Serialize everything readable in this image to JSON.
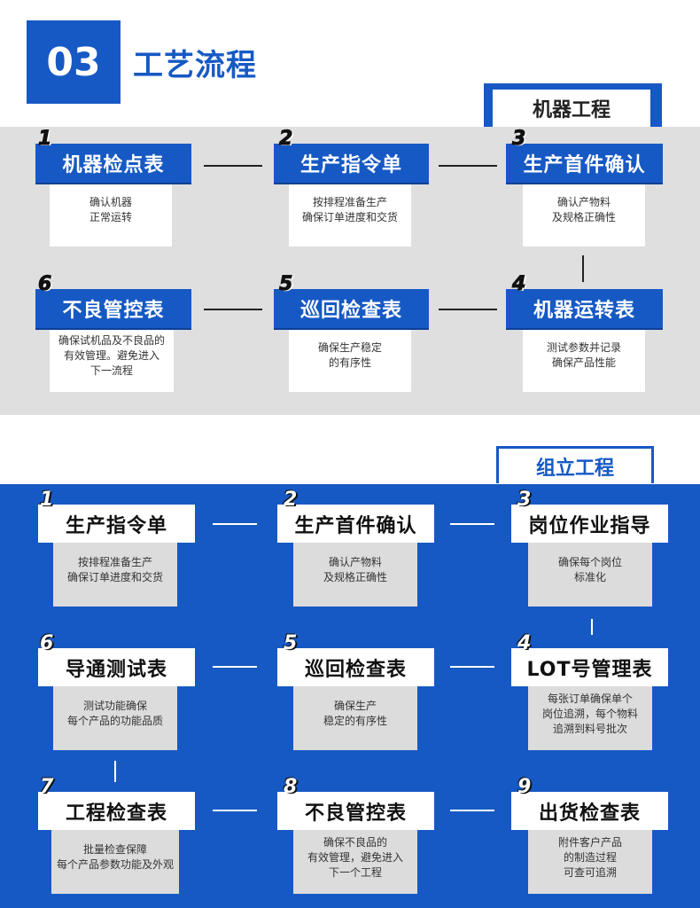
{
  "header": {
    "number": "03",
    "title": "工艺流程"
  },
  "machine_section": {
    "tab_label": "机器工程",
    "steps": [
      {
        "num": "1",
        "title": "机器检点表",
        "desc": "确认机器\n正常运转"
      },
      {
        "num": "2",
        "title": "生产指令单",
        "desc": "按排程准备生产\n确保订单进度和交货"
      },
      {
        "num": "3",
        "title": "生产首件确认",
        "desc": "确认产物料\n及规格正确性"
      },
      {
        "num": "4",
        "title": "机器运转表",
        "desc": "测试参数并记录\n确保产品性能"
      },
      {
        "num": "5",
        "title": "巡回检查表",
        "desc": "确保生产稳定\n的有序性"
      },
      {
        "num": "6",
        "title": "不良管控表",
        "desc": "确保试机品及不良品的\n有效管理。避免进入\n下一流程"
      }
    ]
  },
  "assembly_section": {
    "tab_label": "组立工程",
    "steps": [
      {
        "num": "1",
        "title": "生产指令单",
        "desc": "按排程准备生产\n确保订单进度和交货"
      },
      {
        "num": "2",
        "title": "生产首件确认",
        "desc": "确认产物料\n及规格正确性"
      },
      {
        "num": "3",
        "title": "岗位作业指导",
        "desc": "确保每个岗位\n标准化"
      },
      {
        "num": "4",
        "title": "LOT号管理表",
        "desc": "每张订单确保单个\n岗位追溯，每个物料\n追溯到料号批次"
      },
      {
        "num": "5",
        "title": "巡回检查表",
        "desc": "确保生产\n稳定的有序性"
      },
      {
        "num": "6",
        "title": "导通测试表",
        "desc": "测试功能确保\n每个产品的功能品质"
      },
      {
        "num": "7",
        "title": "工程检查表",
        "desc": "批量检查保障\n每个产品参数功能及外观"
      },
      {
        "num": "8",
        "title": "不良管控表",
        "desc": "确保不良品的\n有效管理，避免进入\n下一个工程"
      },
      {
        "num": "9",
        "title": "出货检查表",
        "desc": "附件客户产品\n的制造过程\n可查可追溯"
      }
    ]
  },
  "colors": {
    "brand_blue": "#1659c4",
    "panel_grey": "#dfdfdf"
  }
}
